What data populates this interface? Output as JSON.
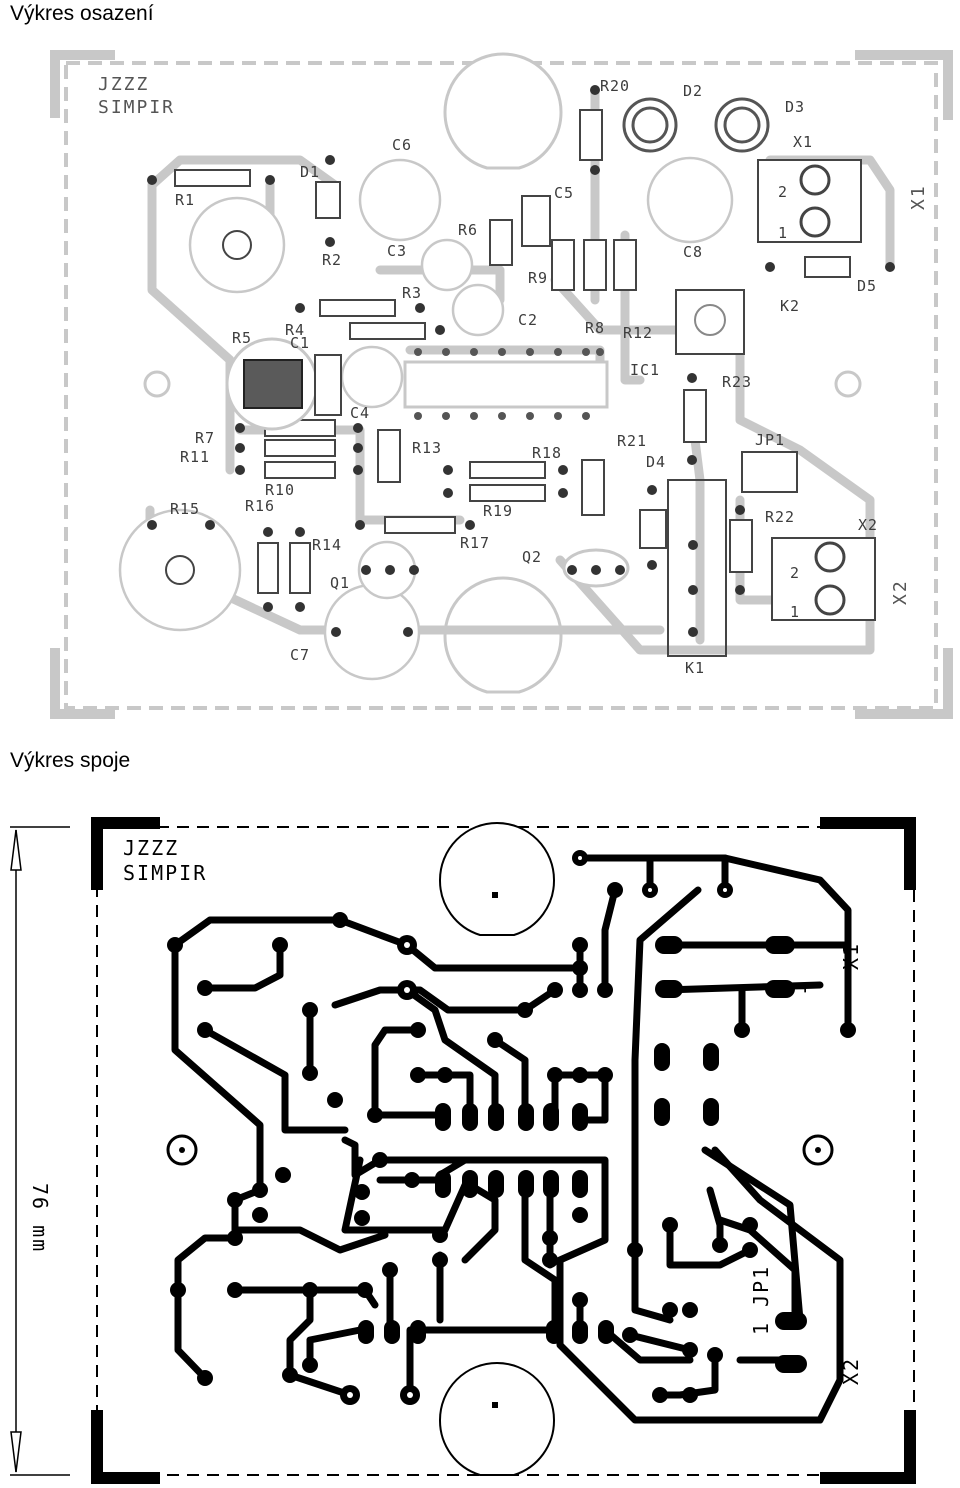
{
  "headings": {
    "top": "Výkres osazení",
    "bottom": "Výkres spoje"
  },
  "board": {
    "code": "JZZZ",
    "name": "SIMPIR"
  },
  "components": [
    "R20",
    "D2",
    "D3",
    "X1",
    "C6",
    "D1",
    "C5",
    "R1",
    "R6",
    "C8",
    "R2",
    "C3",
    "R9",
    "D5",
    "R3",
    "K2",
    "R4",
    "C2",
    "R8",
    "R12",
    "R5",
    "C1",
    "IC1",
    "R23",
    "C4",
    "R7",
    "R13",
    "R21",
    "JP1",
    "R11",
    "R18",
    "D4",
    "R10",
    "R19",
    "R15",
    "R16",
    "R22",
    "X2",
    "R14",
    "R17",
    "Q2",
    "Q1",
    "C7",
    "K1"
  ],
  "pin_labels": {
    "one": "1",
    "two": "2"
  },
  "connectors": {
    "x1": "X1",
    "x2": "X2",
    "jp1": "1 JP1"
  },
  "dimension": "76 mm",
  "colors": {
    "silkscreen": "#c8c8c8",
    "copper": "#000000",
    "background": "#ffffff"
  }
}
